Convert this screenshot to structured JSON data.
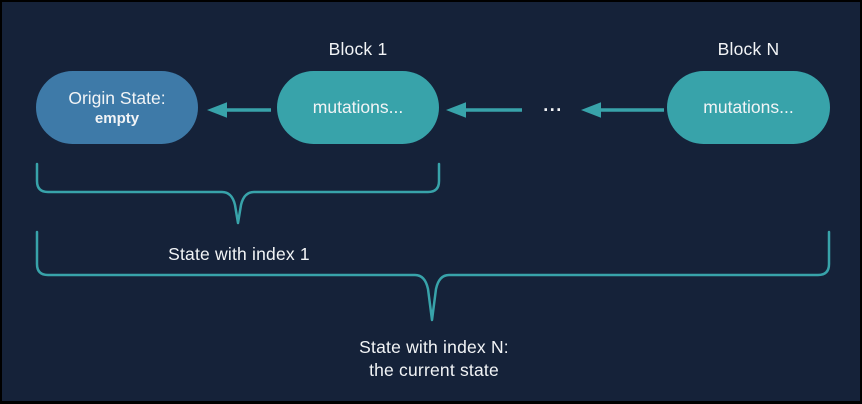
{
  "colors": {
    "background": "#152239",
    "frame": "#000000",
    "teal": "#38a3aa",
    "blue": "#3e7aa8",
    "text": "#f2f4f6"
  },
  "diagram": {
    "origin_state": {
      "line1": "Origin State:",
      "line2": "empty"
    },
    "block_1": {
      "label": "Block 1",
      "content": "mutations..."
    },
    "block_n": {
      "label": "Block N",
      "content": "mutations..."
    },
    "ellipsis": "...",
    "brace_index_1": {
      "label": "State with index 1"
    },
    "brace_index_n": {
      "label_line1": "State with index N:",
      "label_line2": "the current state"
    }
  }
}
